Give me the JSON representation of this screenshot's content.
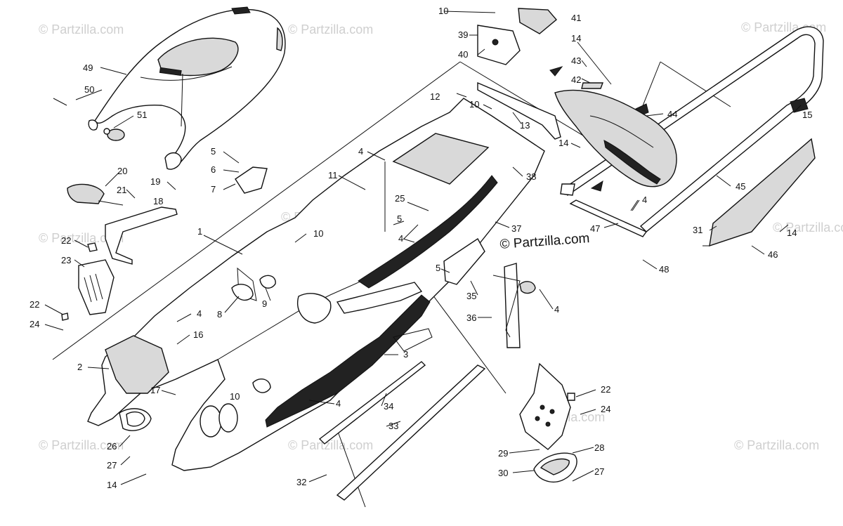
{
  "watermark": {
    "text": "© Partzilla.com",
    "brand_text": "© Partzilla.com"
  },
  "callouts": {
    "c1": "1",
    "c2": "2",
    "c3": "3",
    "c4a": "4",
    "c4b": "4",
    "c4c": "4",
    "c4d": "4",
    "c4e": "4",
    "c4f": "4",
    "c5a": "5",
    "c5b": "5",
    "c5c": "5",
    "c6": "6",
    "c7": "7",
    "c8": "8",
    "c9": "9",
    "c10a": "10",
    "c10b": "10",
    "c10c": "10",
    "c10d": "10",
    "c11": "11",
    "c12": "12",
    "c13": "13",
    "c14a": "14",
    "c14b": "14",
    "c14c": "14",
    "c14d": "14",
    "c15": "15",
    "c16": "16",
    "c17": "17",
    "c18": "18",
    "c19": "19",
    "c20": "20",
    "c21": "21",
    "c22a": "22",
    "c22b": "22",
    "c22c": "22",
    "c23": "23",
    "c24a": "24",
    "c24b": "24",
    "c25": "25",
    "c26": "26",
    "c27a": "27",
    "c27b": "27",
    "c28": "28",
    "c29": "29",
    "c30": "30",
    "c31": "31",
    "c32": "32",
    "c33": "33",
    "c34": "34",
    "c35": "35",
    "c36": "36",
    "c37": "37",
    "c38": "38",
    "c39": "39",
    "c40": "40",
    "c41": "41",
    "c42": "42",
    "c43": "43",
    "c44": "44",
    "c45": "45",
    "c46": "46",
    "c47": "47",
    "c48": "48",
    "c49": "49",
    "c50": "50",
    "c51": "51"
  }
}
